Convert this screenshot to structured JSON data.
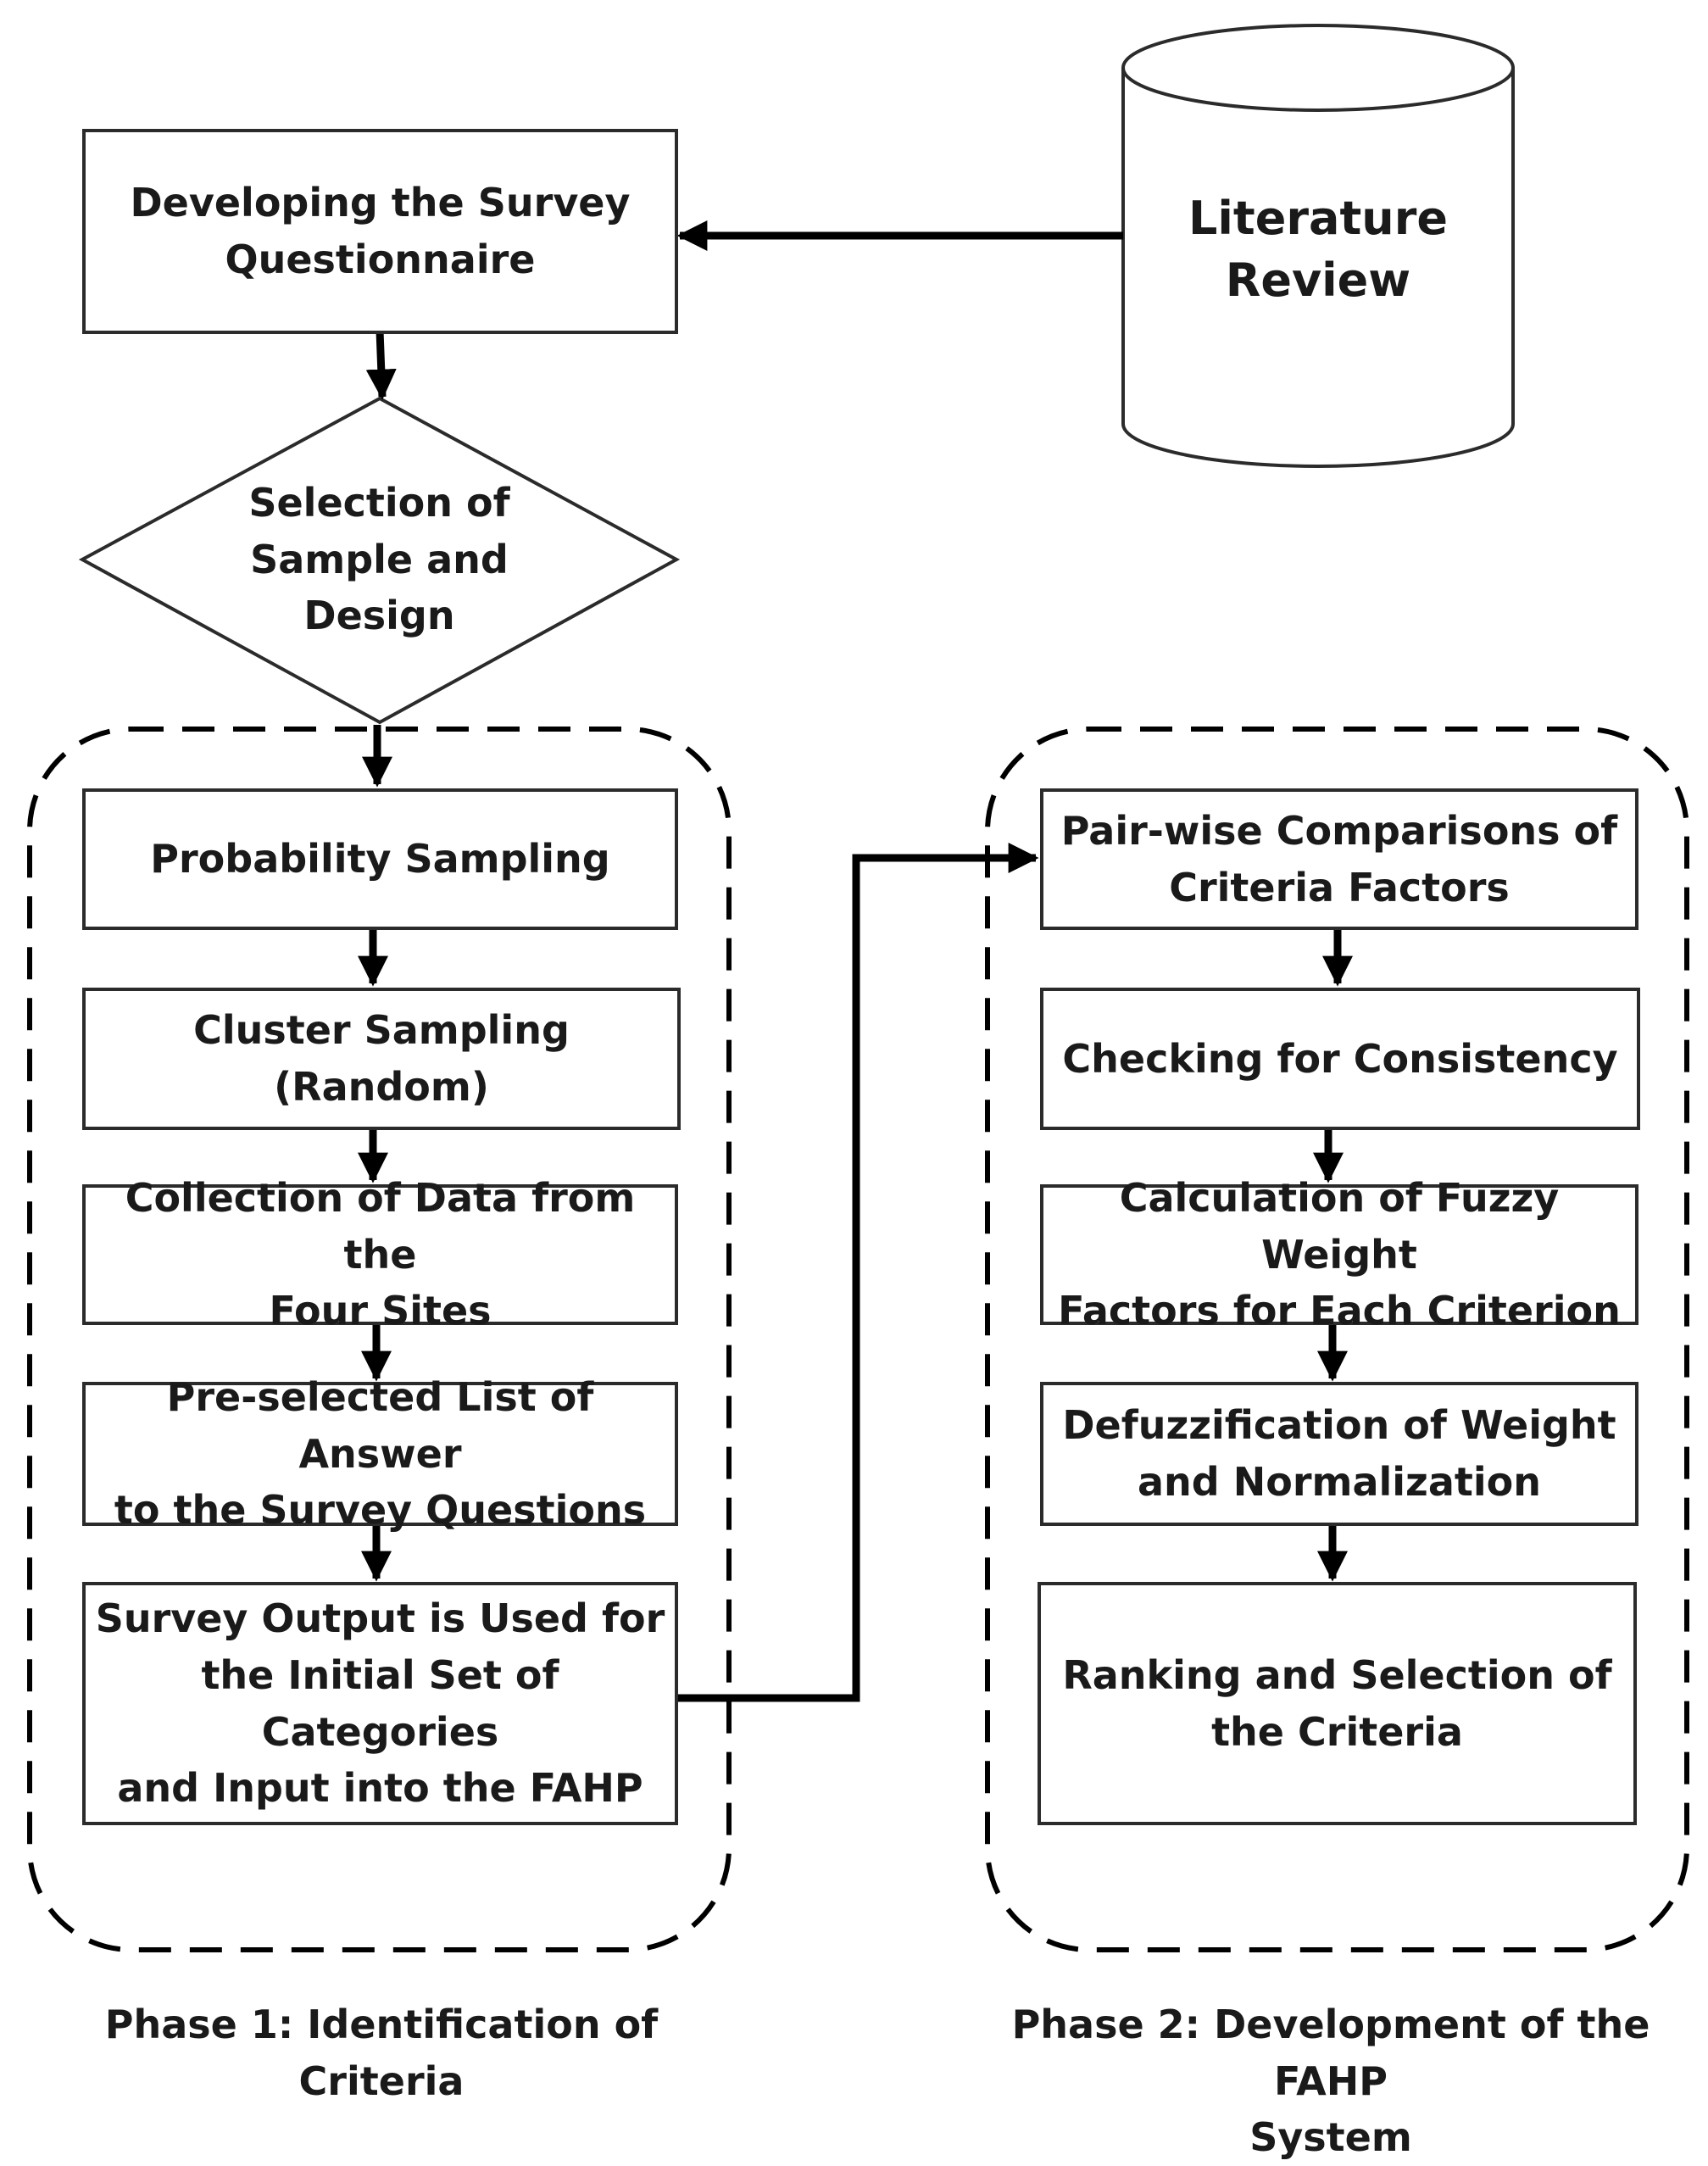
{
  "nodes": {
    "developing_survey": "Developing the Survey\nQuestionnaire",
    "literature_review": "Literature\nReview",
    "selection_sample_design": "Selection of\nSample and\nDesign",
    "probability_sampling": "Probability Sampling",
    "cluster_sampling": "Cluster Sampling (Random)",
    "collection_data": "Collection of Data from the\nFour Sites",
    "preselected_list": "Pre-selected List of Answer\nto the Survey Questions",
    "survey_output": "Survey Output is Used for\nthe Initial Set of Categories\nand Input into the FAHP",
    "pairwise_comparisons": "Pair-wise Comparisons of\nCriteria Factors",
    "checking_consistency": "Checking for Consistency",
    "fuzzy_weight": "Calculation of Fuzzy Weight\nFactors for Each Criterion",
    "defuzzification": "Defuzzification of Weight\nand Normalization",
    "ranking_selection": "Ranking and Selection of\nthe Criteria"
  },
  "phases": {
    "phase1": "Phase 1: Identification of Criteria",
    "phase2": "Phase 2: Development of the FAHP\nSystem"
  },
  "colors": {
    "line": "#000000",
    "border": "#2b2b2b",
    "text": "#1a1a1a"
  }
}
